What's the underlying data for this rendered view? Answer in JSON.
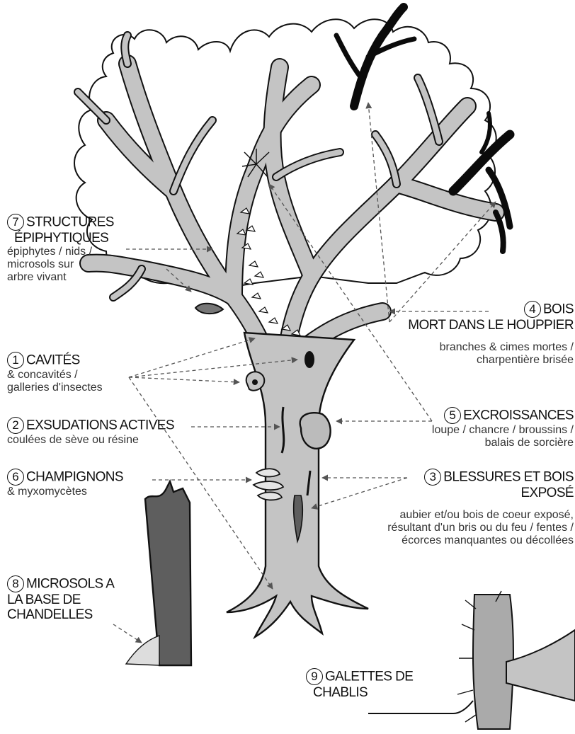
{
  "colors": {
    "trunk_fill": "#c4c4c4",
    "outline": "#111111",
    "dead_wood": "#0b0b0b",
    "snag": "#5e5e5e",
    "arrow": "#666666"
  },
  "labels": {
    "l7": {
      "num": "7",
      "title": "STRUCTURES",
      "title2": "ÉPIPHYTIQUES",
      "desc1": "épiphytes / nids /",
      "desc2": "microsols sur",
      "desc3": "arbre vivant"
    },
    "l4": {
      "num": "4",
      "title": "BOIS",
      "title2": "MORT DANS LE HOUPPIER",
      "desc1": "branches & cimes mortes /",
      "desc2": "charpentière brisée"
    },
    "l1": {
      "num": "1",
      "title": "CAVITÉS",
      "desc1": "& concavités /",
      "desc2": "galleries d'insectes"
    },
    "l2": {
      "num": "2",
      "title": "EXSUDATIONS ACTIVES",
      "desc1": "coulées de sève ou résine"
    },
    "l5": {
      "num": "5",
      "title": "EXCROISSANCES",
      "desc1": "loupe / chancre / broussins /",
      "desc2": "balais de sorcière"
    },
    "l6": {
      "num": "6",
      "title": "CHAMPIGNONS",
      "desc1": "& myxomycètes"
    },
    "l3": {
      "num": "3",
      "title": "BLESSURES ET BOIS",
      "title2": "EXPOSÉ",
      "desc1": "aubier et/ou bois de coeur exposé,",
      "desc2": "résultant d'un bris ou du feu / fentes /",
      "desc3": "écorces manquantes ou décollées"
    },
    "l8": {
      "num": "8",
      "title": "MICROSOLS A",
      "title2": "LA BASE DE",
      "title3": "CHANDELLES"
    },
    "l9": {
      "num": "9",
      "title": "GALETTES DE",
      "title2": "CHABLIS"
    }
  }
}
